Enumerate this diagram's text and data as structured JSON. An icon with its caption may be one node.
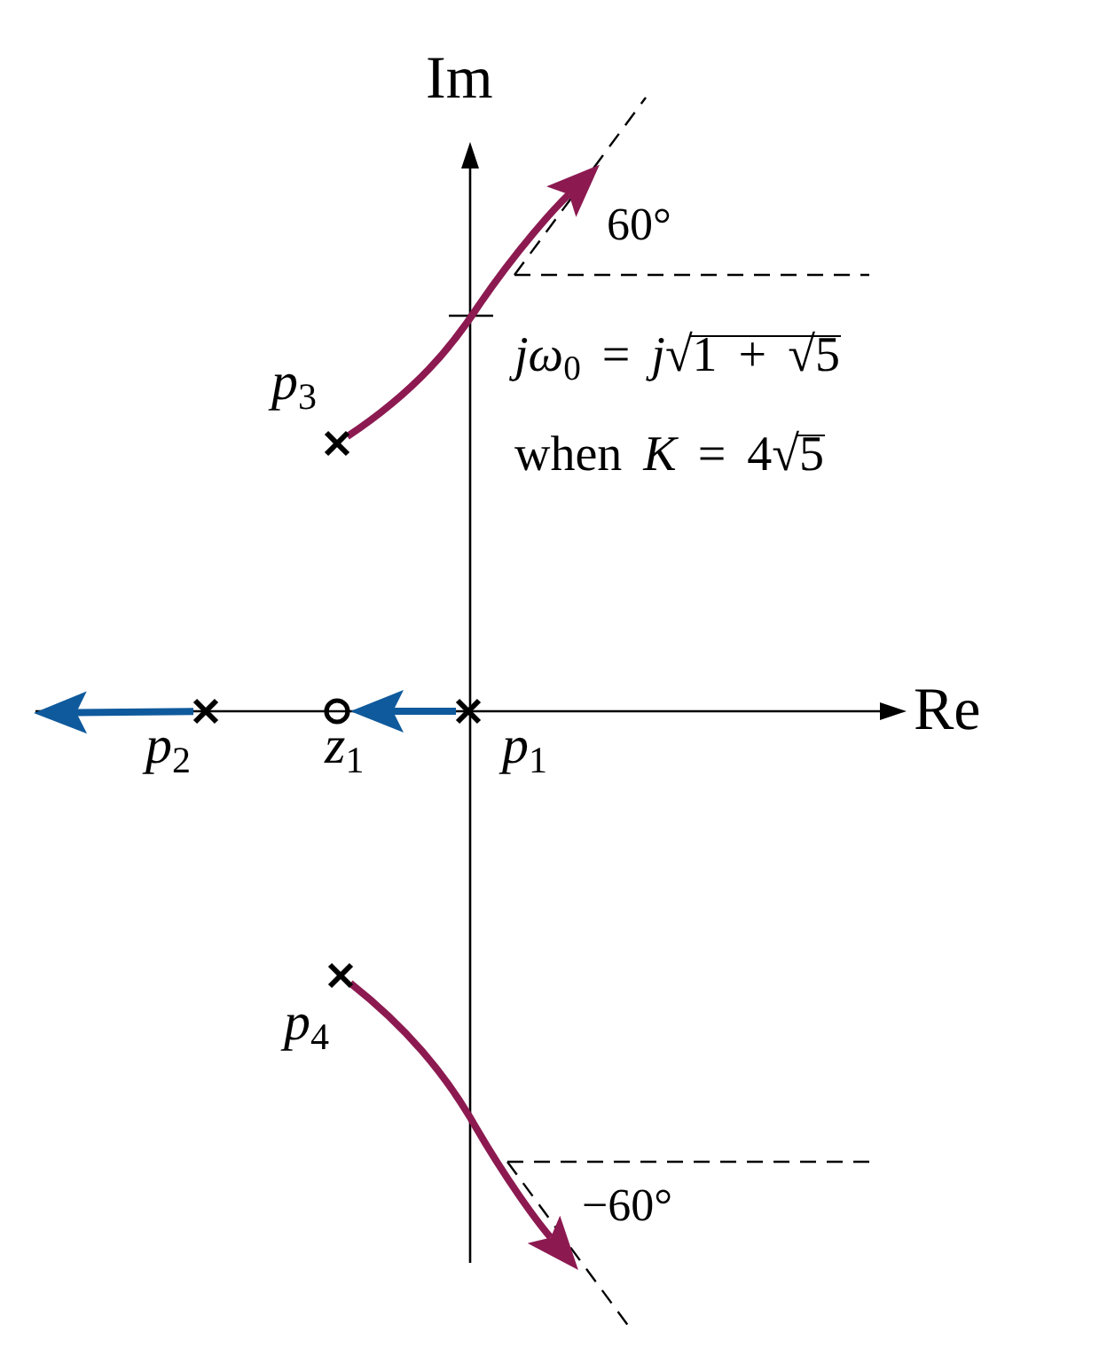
{
  "diagram": {
    "nodes": [
      {
        "text": [],
        "shape": "cross",
        "beside": [
          "*p*$_{3}$"
        ]
      },
      {
        "text": [],
        "shape": "cross",
        "beside": [
          "*p*$_{2}$"
        ]
      },
      {
        "text": [],
        "shape": "circle",
        "beside": [
          "*z*$_{1}$"
        ]
      },
      {
        "text": [],
        "shape": "cross",
        "beside": [
          "*p*$_{1}$"
        ]
      },
      {
        "text": [],
        "shape": "cross",
        "beside": [
          "*p*$_{4}$"
        ]
      }
    ],
    "edges": [
      {
        "from": 0,
        "to": null,
        "arrow": "to",
        "color": "#8c1a51"
      },
      {
        "from": 1,
        "to": null,
        "arrow": "to",
        "color": "#0f5a9c"
      },
      {
        "from": 3,
        "to": 2,
        "arrow": "to",
        "color": "#0f5a9c"
      },
      {
        "from": 4,
        "to": null,
        "arrow": "to",
        "color": "#8c1a51"
      }
    ],
    "labels": [
      "Im",
      "60°",
      "*jω*$_{0}$ = *j*√1 + √5",
      "when *K* = 4√5",
      "Re",
      "−60°"
    ]
  }
}
